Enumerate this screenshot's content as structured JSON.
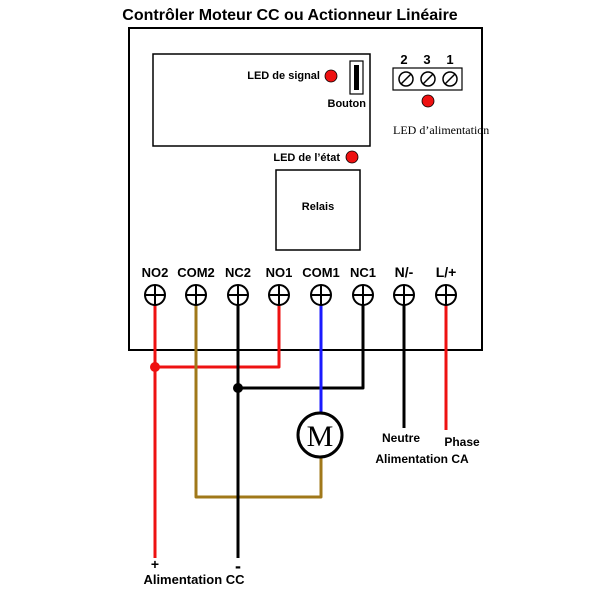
{
  "title": "Contrôler Moteur CC ou Actionneur Linéaire",
  "labels": {
    "led_signal": "LED de signal",
    "button": "Bouton",
    "led_power": "LED d’alimentation",
    "led_status": "LED de l’état",
    "relay": "Relais",
    "motor_symbol": "M",
    "neutral": "Neutre",
    "phase": "Phase",
    "ac_supply": "Alimentation CA",
    "dc_plus": "+",
    "dc_minus": "-",
    "dc_supply": "Alimentation CC"
  },
  "power_terminal_numbers": [
    "2",
    "3",
    "1"
  ],
  "terminals": [
    "NO2",
    "COM2",
    "NC2",
    "NO1",
    "COM1",
    "NC1",
    "N/-",
    "L/+"
  ],
  "colors": {
    "red_wire": "#ee1111",
    "brown_wire": "#a0781a",
    "black_wire": "#000000",
    "blue_wire": "#1a1aff",
    "led": "#ee1111"
  }
}
